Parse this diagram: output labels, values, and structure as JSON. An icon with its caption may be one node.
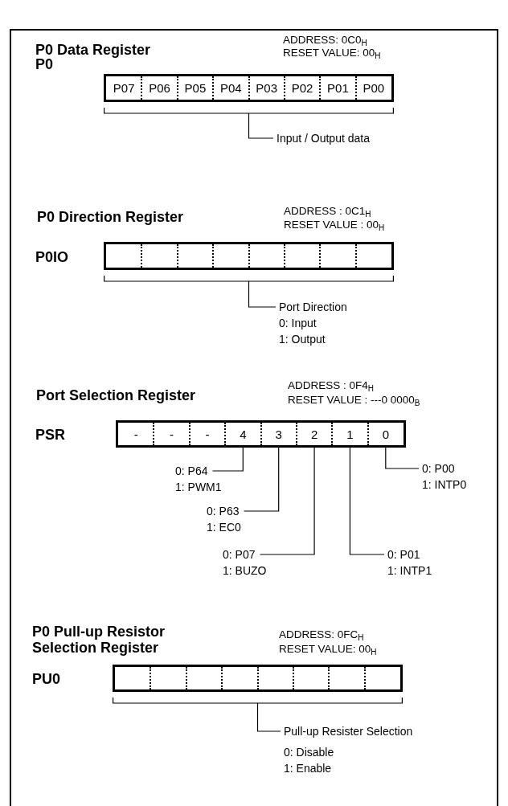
{
  "diagram": {
    "nodes": [
      {
        "text": [],
        "shape": "box",
        "beside": [
          "P0"
        ]
      },
      {
        "text": [
          "P07"
        ],
        "in": 0
      },
      {
        "text": [
          "P06"
        ],
        "in": 0
      },
      {
        "text": [
          "P05"
        ],
        "in": 0
      },
      {
        "text": [
          "P04"
        ],
        "in": 0
      },
      {
        "text": [
          "P03"
        ],
        "in": 0
      },
      {
        "text": [
          "P02"
        ],
        "in": 0
      },
      {
        "text": [
          "P01"
        ],
        "in": 0
      },
      {
        "text": [
          "P00"
        ],
        "in": 0
      },
      {
        "text": [
          "Input / Output data"
        ]
      },
      {
        "text": [],
        "shape": "box",
        "beside": [
          "P0IO"
        ]
      },
      {
        "text": [
          "Port Direction",
          "0: Input",
          "1: Output"
        ]
      },
      {
        "text": [],
        "shape": "box",
        "beside": [
          "PSR"
        ]
      },
      {
        "text": [
          "-"
        ],
        "in": 12
      },
      {
        "text": [
          "-"
        ],
        "in": 12
      },
      {
        "text": [
          "-"
        ],
        "in": 12
      },
      {
        "text": [
          "4"
        ],
        "in": 12
      },
      {
        "text": [
          "3"
        ],
        "in": 12
      },
      {
        "text": [
          "2"
        ],
        "in": 12
      },
      {
        "text": [
          "1"
        ],
        "in": 12
      },
      {
        "text": [
          "0"
        ],
        "in": 12
      },
      {
        "text": [
          "0: P64",
          "1: PWM1"
        ]
      },
      {
        "text": [
          "0: P00",
          "1: INTP0"
        ]
      },
      {
        "text": [
          "0: P63",
          "1: EC0"
        ]
      },
      {
        "text": [
          "0: P07",
          "1: BUZO"
        ]
      },
      {
        "text": [
          "0: P01",
          "1: INTP1"
        ]
      },
      {
        "text": [],
        "shape": "box",
        "beside": [
          "PU0"
        ]
      },
      {
        "text": [
          "Pull-up Resister Selection",
          "0: Disable",
          "1: Enable"
        ]
      }
    ],
    "edges": [
      {
        "from": 9,
        "to": 0,
        "arrow": "none"
      },
      {
        "from": 11,
        "to": 10,
        "arrow": "none"
      },
      {
        "from": 21,
        "to": 16,
        "arrow": "none"
      },
      {
        "from": 22,
        "to": 20,
        "arrow": "none"
      },
      {
        "from": 23,
        "to": 17,
        "arrow": "none"
      },
      {
        "from": 24,
        "to": 18,
        "arrow": "none"
      },
      {
        "from": 25,
        "to": 19,
        "arrow": "none"
      },
      {
        "from": 27,
        "to": 26,
        "arrow": "none"
      }
    ],
    "labels": [
      "P0 Data Register",
      "ADDRESS: 0C0$_{H}$",
      "RESET VALUE: 00$_{H}$",
      "P0 Direction Register",
      "ADDRESS : 0C1$_{H}$",
      "RESET VALUE : 00$_{H}$",
      "Port Selection Register",
      "ADDRESS : 0F4$_{H}$",
      "RESET VALUE : ---0 0000$_{B}$",
      "P0 Pull-up Resistor Selection Register",
      "ADDRESS: 0FC$_{H}$",
      "RESET VALUE: 00$_{H}$"
    ]
  }
}
